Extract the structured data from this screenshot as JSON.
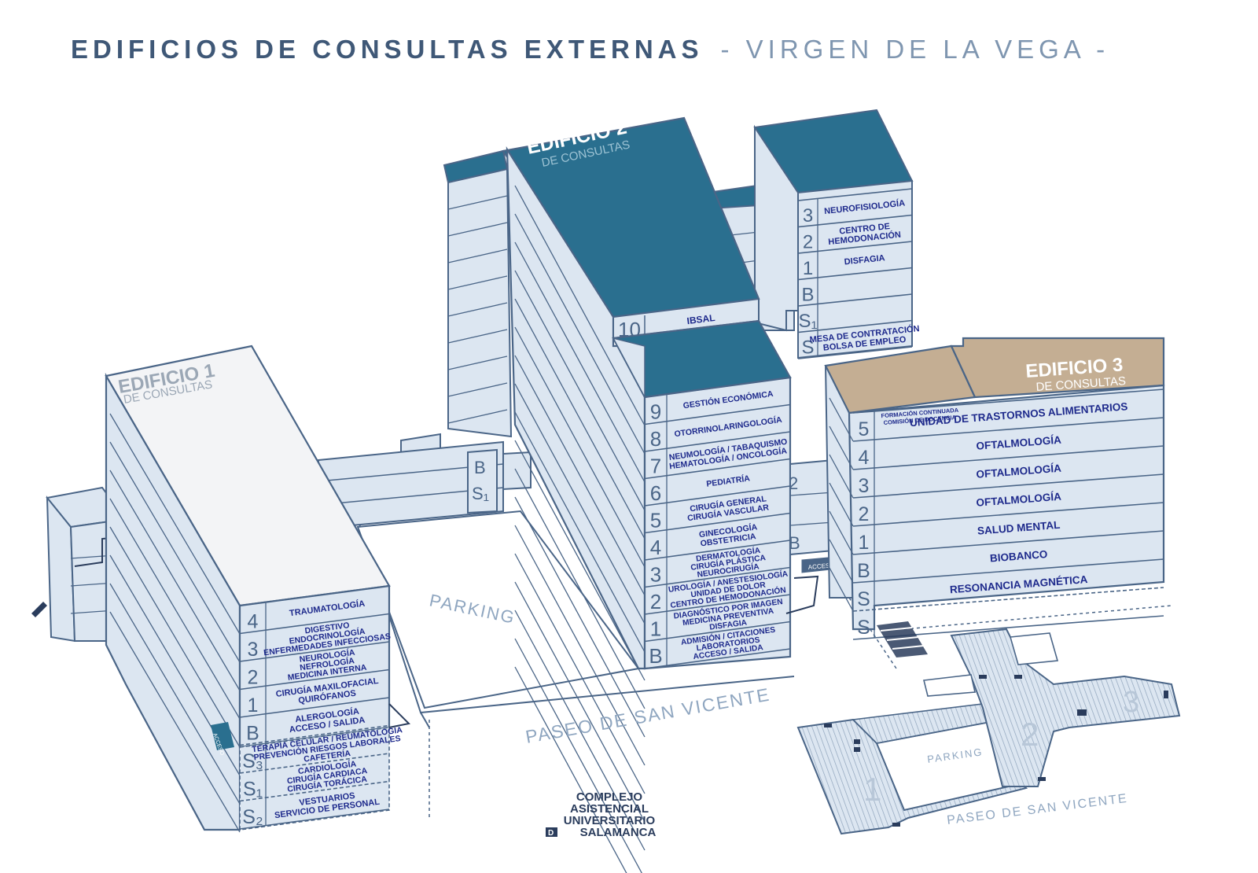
{
  "title": {
    "main": "EDIFICIOS DE CONSULTAS EXTERNAS",
    "sub": "- VIRGEN DE LA VEGA -"
  },
  "colors": {
    "title_dark": "#3f5877",
    "title_light": "#7f96b0",
    "outline": "#4a6587",
    "wall": "#dce6f1",
    "roof_blue": "#2a6f8f",
    "roof_tan": "#c4ae93",
    "roof_white": "#f3f4f6",
    "label": "#1e2a8c"
  },
  "edificio1": {
    "title": "EDIFICIO 1",
    "subtitle": "DE CONSULTAS",
    "floors": [
      {
        "num": "4",
        "lines": [
          "TRAUMATOLOGÍA"
        ]
      },
      {
        "num": "3",
        "lines": [
          "DIGESTIVO",
          "ENDOCRINOLOGÍA",
          "ENFERMEDADES INFECCIOSAS"
        ]
      },
      {
        "num": "2",
        "lines": [
          "NEUROLOGÍA",
          "NEFROLOGÍA",
          "MEDICINA INTERNA"
        ]
      },
      {
        "num": "1",
        "lines": [
          "CIRUGÍA MAXILOFACIAL",
          "QUIRÓFANOS"
        ]
      },
      {
        "num": "B",
        "lines": [
          "ALERGOLOGÍA",
          "ACCESO / SALIDA"
        ]
      },
      {
        "num": "S₃",
        "lines": [
          "TERAPIA CELULAR / REUMATOLOGÍA",
          "PREVENCIÓN RIESGOS LABORALES",
          "CAFETERÍA"
        ]
      },
      {
        "num": "S₁",
        "lines": [
          "CARDIOLOGÍA",
          "CIRUGÍA CARDIACA",
          "CIRUGÍA TORÁCICA"
        ]
      },
      {
        "num": "S₂",
        "lines": [
          "VESTUARIOS",
          "SERVICIO DE PERSONAL"
        ]
      }
    ]
  },
  "edificio2": {
    "title": "EDIFICIO 2",
    "subtitle": "DE CONSULTAS",
    "top": {
      "num": "10",
      "lines": [
        "IBSAL"
      ]
    },
    "floors": [
      {
        "num": "9",
        "lines": [
          "GESTIÓN ECONÓMICA"
        ]
      },
      {
        "num": "8",
        "lines": [
          "OTORRINOLARINGOLOGÍA"
        ]
      },
      {
        "num": "7",
        "lines": [
          "NEUMOLOGÍA / TABAQUISMO",
          "HEMATOLOGÍA / ONCOLOGÍA"
        ]
      },
      {
        "num": "6",
        "lines": [
          "PEDIATRÍA"
        ]
      },
      {
        "num": "5",
        "lines": [
          "CIRUGÍA GENERAL",
          "CIRUGÍA VASCULAR"
        ]
      },
      {
        "num": "4",
        "lines": [
          "GINECOLOGÍA",
          "OBSTETRICIA"
        ]
      },
      {
        "num": "3",
        "lines": [
          "DERMATOLOGÍA",
          "CIRUGÍA PLÁSTICA",
          "NEUROCIRUGÍA"
        ]
      },
      {
        "num": "2",
        "lines": [
          "UROLOGÍA / ANESTESIOLOGÍA",
          "UNIDAD DE DOLOR",
          "CENTRO DE HEMODONACIÓN"
        ]
      },
      {
        "num": "1",
        "lines": [
          "DIAGNÓSTICO POR IMAGEN",
          "MEDICINA PREVENTIVA",
          "DISFAGIA"
        ]
      },
      {
        "num": "B",
        "lines": [
          "ADMISIÓN / CITACIONES",
          "LABORATORIOS",
          "ACCESO / SALIDA"
        ]
      }
    ]
  },
  "annex": {
    "floors": [
      {
        "num": "3",
        "lines": [
          "NEUROFISIOLOGÍA"
        ]
      },
      {
        "num": "2",
        "lines": [
          "CENTRO DE",
          "HEMODONACIÓN"
        ]
      },
      {
        "num": "1",
        "lines": [
          "DISFAGIA"
        ]
      },
      {
        "num": "B",
        "lines": []
      },
      {
        "num": "S₁",
        "lines": []
      },
      {
        "num": "S",
        "lines": [
          "MESA DE CONTRATACIÓN",
          "BOLSA DE EMPLEO"
        ]
      }
    ]
  },
  "edificio3": {
    "title": "EDIFICIO 3",
    "subtitle": "DE CONSULTAS",
    "floors": [
      {
        "num": "5",
        "lines": [
          "UNIDAD DE TRASTORNOS ALIMENTARIOS"
        ],
        "extra": [
          "FORMACIÓN CONTINUADA",
          "COMISIÓN DE DOCENCIA"
        ]
      },
      {
        "num": "4",
        "lines": [
          "OFTALMOLOGÍA"
        ]
      },
      {
        "num": "3",
        "lines": [
          "OFTALMOLOGÍA"
        ]
      },
      {
        "num": "2",
        "lines": [
          "OFTALMOLOGÍA"
        ]
      },
      {
        "num": "1",
        "lines": [
          "SALUD MENTAL"
        ]
      },
      {
        "num": "B",
        "lines": [
          "BIOBANCO"
        ]
      },
      {
        "num": "S",
        "lines": [
          "RESONANCIA MAGNÉTICA"
        ]
      },
      {
        "num": "S",
        "lines": []
      }
    ]
  },
  "bridge_labels": [
    "B",
    "S₁"
  ],
  "side_labels": [
    "2",
    "B"
  ],
  "labels": {
    "parking": "PARKING",
    "street": "PASEO DE SAN VICENTE",
    "access_e1": "ACCESO",
    "access_e2": "ACCESO"
  },
  "minimap": {
    "parking": "PARKING",
    "street": "PASEO DE SAN VICENTE",
    "building_numbers": [
      "1",
      "2",
      "3"
    ]
  },
  "logo": {
    "lines": [
      "COMPLEJO",
      "ASISTENCIAL",
      "UNIVERSITARIO",
      "SALAMANCA"
    ],
    "mark": "D"
  }
}
